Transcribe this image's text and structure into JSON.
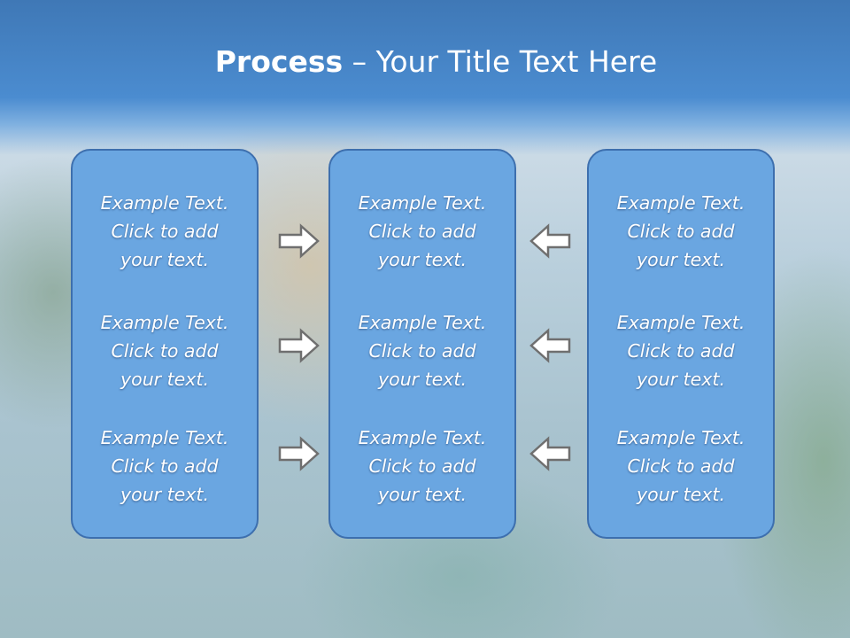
{
  "slide": {
    "title_bold": "Process",
    "title_rest": " – Your Title Text Here"
  },
  "columns": [
    {
      "items": [
        {
          "line1": "Example Text.",
          "line2": "Click  to add",
          "line3": "your text."
        },
        {
          "line1": "Example Text.",
          "line2": "Click  to add",
          "line3": "your text."
        },
        {
          "line1": "Example Text.",
          "line2": "Click  to add",
          "line3": "your text."
        }
      ]
    },
    {
      "items": [
        {
          "line1": "Example Text.",
          "line2": "Click  to add",
          "line3": "your text."
        },
        {
          "line1": "Example Text.",
          "line2": "Click  to add",
          "line3": "your text."
        },
        {
          "line1": "Example Text.",
          "line2": "Click  to add",
          "line3": "your text."
        }
      ]
    },
    {
      "items": [
        {
          "line1": "Example Text.",
          "line2": "Click  to add",
          "line3": "your text."
        },
        {
          "line1": "Example Text.",
          "line2": "Click  to add",
          "line3": "your text."
        },
        {
          "line1": "Example Text.",
          "line2": "Click  to add",
          "line3": "your text."
        }
      ]
    }
  ],
  "arrows": {
    "left_to_middle": [
      "right-arrow-icon",
      "right-arrow-icon",
      "right-arrow-icon"
    ],
    "right_to_middle": [
      "left-arrow-icon",
      "left-arrow-icon",
      "left-arrow-icon"
    ]
  },
  "colors": {
    "title_band": "#4b8cd0",
    "box_fill": "#6aa6e1",
    "box_border": "#3d6fae",
    "arrow_fill": "#ffffff",
    "arrow_stroke": "#6f6f6f"
  }
}
